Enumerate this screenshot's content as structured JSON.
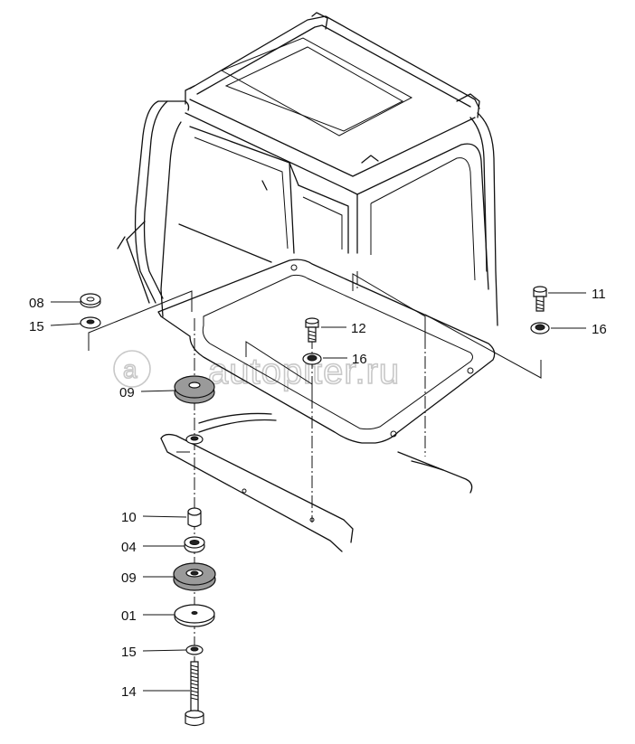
{
  "watermark": "autopiter.ru",
  "callouts": [
    {
      "id": "c-08-top",
      "label": "08"
    },
    {
      "id": "c-15-top",
      "label": "15"
    },
    {
      "id": "c-09-top",
      "label": "09"
    },
    {
      "id": "c-12",
      "label": "12"
    },
    {
      "id": "c-16-mid",
      "label": "16"
    },
    {
      "id": "c-11",
      "label": "11"
    },
    {
      "id": "c-16-right",
      "label": "16"
    },
    {
      "id": "c-10",
      "label": "10"
    },
    {
      "id": "c-04",
      "label": "04"
    },
    {
      "id": "c-09-bottom",
      "label": "09"
    },
    {
      "id": "c-01",
      "label": "01"
    },
    {
      "id": "c-15-bottom",
      "label": "15"
    },
    {
      "id": "c-14",
      "label": "14"
    }
  ]
}
